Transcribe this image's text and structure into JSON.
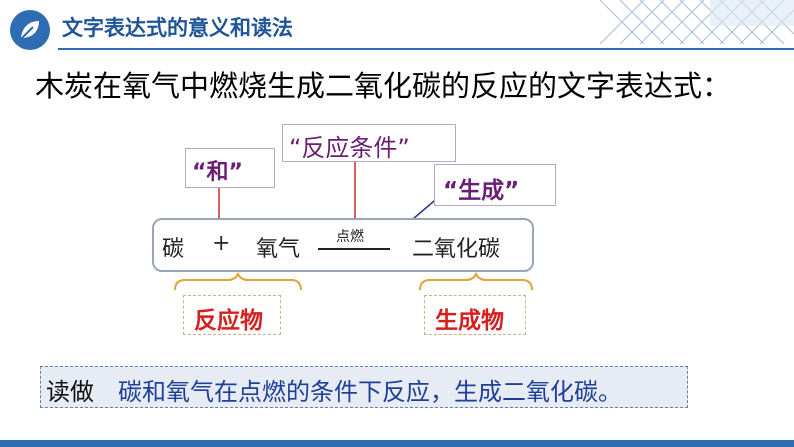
{
  "header": {
    "title": "文字表达式的意义和读法"
  },
  "heading": "木炭在氧气中燃烧生成二氧化碳的反应的文字表达式：",
  "labels": {
    "and": "“和”",
    "condition": "“反应条件”",
    "produce": "“生成”"
  },
  "equation": {
    "reactant1": "碳",
    "plus": "+",
    "reactant2": "氧气",
    "condition": "点燃",
    "product": "二氧化碳"
  },
  "groups": {
    "reactants": "反应物",
    "products": "生成物"
  },
  "reading": {
    "label": "读做",
    "text": "碳和氧气在点燃的条件下反应，生成二氧化碳。"
  },
  "colors": {
    "accent": "#2e6db4",
    "label_purple": "#6b1f73",
    "group_red": "#d62020",
    "reading_blue": "#1f3f99"
  }
}
